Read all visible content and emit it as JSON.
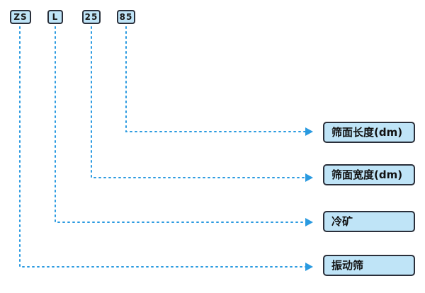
{
  "colors": {
    "connector": "#2a9ae0",
    "box_fill": "#bfe4f7",
    "box_border": "#2a2f3a"
  },
  "codes": [
    {
      "id": "zs",
      "text": "ZS"
    },
    {
      "id": "l",
      "text": "L"
    },
    {
      "id": "25",
      "text": "25"
    },
    {
      "id": "85",
      "text": "85"
    }
  ],
  "labels": [
    {
      "id": "length",
      "text": "筛面长度(dm)"
    },
    {
      "id": "width",
      "text": "筛面宽度(dm)"
    },
    {
      "id": "cold-ore",
      "text": "冷矿"
    },
    {
      "id": "vibrating-screen",
      "text": "振动筛"
    }
  ]
}
